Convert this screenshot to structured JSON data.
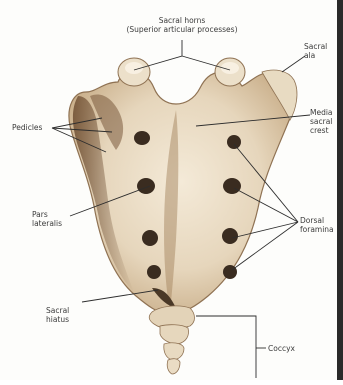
{
  "diagram": {
    "labels": {
      "sacral_horns": "Sacral horns",
      "sacral_horns_sub": "(Superior articular processes)",
      "sacral_ala_1": "Sacral",
      "sacral_ala_2": "ala",
      "pedicles": "Pedicles",
      "median_crest_1": "Media",
      "median_crest_2": "sacral",
      "median_crest_3": "crest",
      "pars_lateralis_1": "Pars",
      "pars_lateralis_2": "lateralis",
      "dorsal_foramina_1": "Dorsal",
      "dorsal_foramina_2": "foramina",
      "sacral_hiatus_1": "Sacral",
      "sacral_hiatus_2": "hiatus",
      "coccyx": "Coccyx"
    },
    "colors": {
      "bone": "#e9dcc6",
      "bone_shadow": "#8a6a4a",
      "foramen": "#3a2c20",
      "line": "#2d2d2d"
    }
  }
}
